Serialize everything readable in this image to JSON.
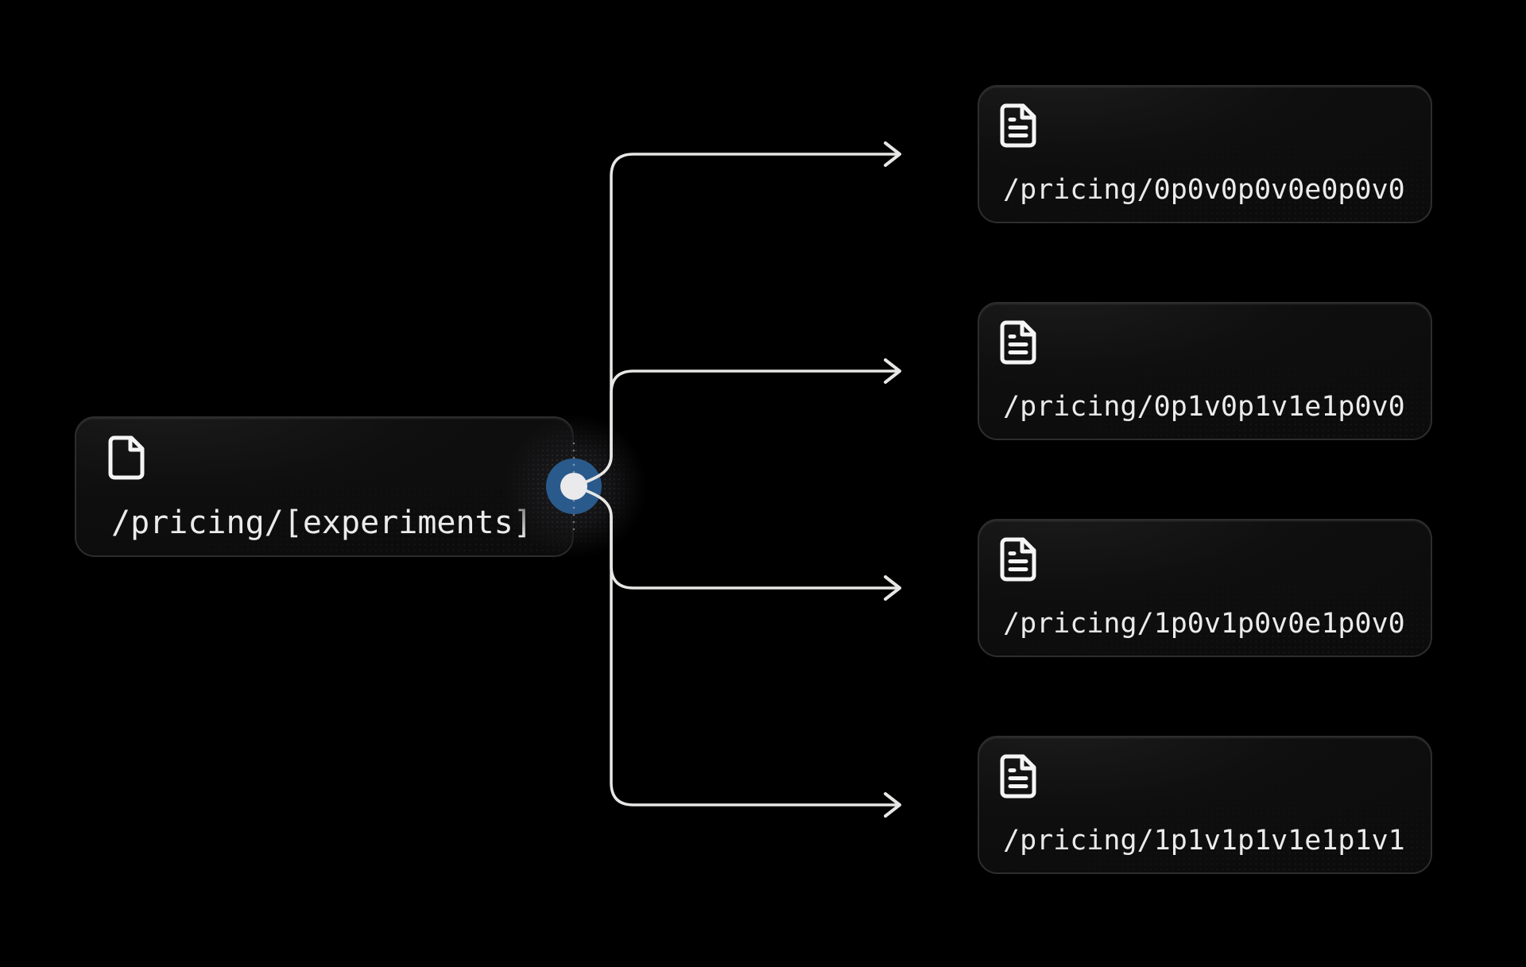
{
  "diagram": {
    "source": {
      "label": "/pricing/[experiments]",
      "icon": "file-icon"
    },
    "targets": [
      {
        "label": "/pricing/0p0v0p0v0e0p0v0",
        "icon": "file-text-icon"
      },
      {
        "label": "/pricing/0p1v0p1v1e1p0v0",
        "icon": "file-text-icon"
      },
      {
        "label": "/pricing/1p0v1p0v0e1p0v0",
        "icon": "file-text-icon"
      },
      {
        "label": "/pricing/1p1v1p1v1e1p1v1",
        "icon": "file-text-icon"
      }
    ],
    "connector": {
      "handle_color": "#2a5a8c",
      "handle_core_color": "#eaeaec",
      "line_color": "#e7e7e5"
    },
    "colors": {
      "background": "#000000",
      "card_border": "#2d2d2d",
      "card_background": "#0f0f0f",
      "label_text": "#ebebeb"
    }
  }
}
